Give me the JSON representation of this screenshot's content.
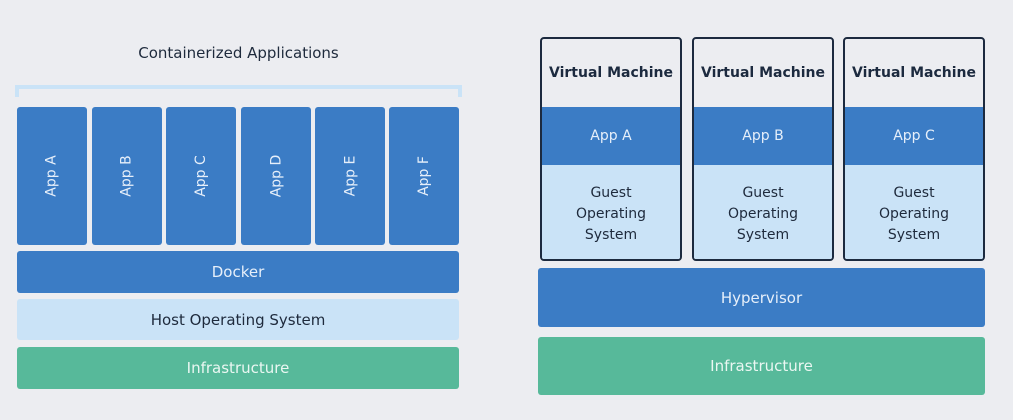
{
  "containers": {
    "title": "Containerized Applications",
    "apps": [
      "App A",
      "App B",
      "App C",
      "App D",
      "App E",
      "App F"
    ],
    "docker": "Docker",
    "host_os": "Host Operating System",
    "infrastructure": "Infrastructure"
  },
  "vms": {
    "machines": [
      {
        "title": "Virtual Machine",
        "app": "App A",
        "os": "Guest Operating System"
      },
      {
        "title": "Virtual Machine",
        "app": "App B",
        "os": "Guest Operating System"
      },
      {
        "title": "Virtual Machine",
        "app": "App C",
        "os": "Guest Operating System"
      }
    ],
    "hypervisor": "Hypervisor",
    "infrastructure": "Infrastructure"
  },
  "colors": {
    "blue": "#3b7cc5",
    "light_blue": "#cae3f7",
    "green": "#57b99a",
    "dark": "#1c2a3f",
    "background": "#ecedf1"
  }
}
